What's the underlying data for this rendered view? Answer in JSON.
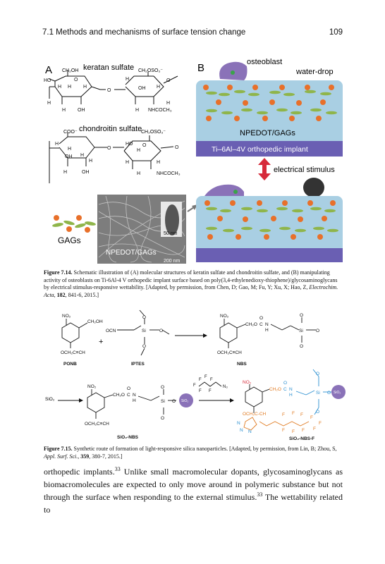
{
  "header": {
    "section": "7.1 Methods and mechanisms of surface tension change",
    "page": "109"
  },
  "fig14": {
    "panel_a": "A",
    "panel_b": "B",
    "keratan_title": "keratan sulfate",
    "chondroitin_title": "chondroitin sulfate",
    "ch2oh": "CH₂OH",
    "ch2oso3": "CH₂OSO₃⁻",
    "ho": "HO",
    "h": "H",
    "oh": "OH",
    "o": "O",
    "nhcoch3": "NHCOCH₃",
    "coo": "COO⁻",
    "gags": "GAGs",
    "npedot_gags": "NPEDOT/GAGs",
    "scale_50": "50 nm",
    "scale_200": "200 nm",
    "osteoblast": "osteoblast",
    "water_drop": "water-drop",
    "npedot_label": "NPEDOT/GAGs",
    "implant": "Ti–6Al–4V orthopedic implant",
    "stimulus": "electrical stimulus"
  },
  "caption14": {
    "label": "Figure 7.14.",
    "text": "Schematic illustration of (A) molecular structures of keratin sulfate and chondroitin sulfate, and (B) manipulating activity of osteoblasts on Ti-6Al-4 V orthopedic implant surface based on poly(3,4-ethylenedioxy-thiophene)/glycosaminoglycans by electrical stimulus-responsive wettability. [Adapted, by permission, from Chen, D; Gao, M; Fu, Y; Xu, X; Hao, Z,",
    "journal": "Electrochim. Acta",
    "vol": "182",
    "pages": ", 841-6, 2015.]"
  },
  "fig15": {
    "no2": "NO₂",
    "ch2oh": "CH₂OH",
    "och2cch": "OCH₂C≡CH",
    "ponb": "PONB",
    "ocn": "OCN",
    "si": "Si",
    "o": "O",
    "iptes": "IPTES",
    "plus": "+",
    "ch2o": "CH₂O",
    "c": "C",
    "n": "N",
    "h": "H",
    "nbs": "NBS",
    "sio2": "SiO₂",
    "sio2_nbs": "SiO₂-NBS",
    "sio2_nbs_f": "SiO₂-NBS-F",
    "f": "F",
    "n3": "N₃",
    "och2cch_ring": "OCH₂C-CH"
  },
  "caption15": {
    "label": "Figure 7.15.",
    "text": "Synthetic route of formation of light-responsive silica nanoparticles. [Adapted, by permission, from Lin, B; Zhou, S,",
    "journal": "Appl. Surf. Sci.",
    "vol": "359",
    "pages": ", 380-7, 2015.]"
  },
  "body": {
    "p1": "orthopedic implants.",
    "ref1": "33",
    "p2": " Unlike small macromolecular dopants, glycosaminoglycans as biomacromolecules are expected to only move around in polymeric substance but not through the surface when responding to the external stimulus.",
    "ref2": "33",
    "p3": " The wettability related to"
  },
  "colors": {
    "panel_blue": "#a9cfe3",
    "implant_purple": "#6a5fb3",
    "gag_green": "#8fb54a",
    "gag_orange": "#e8702a",
    "osteoblast_purple": "#8a72b8",
    "arrow_red": "#d62a3a",
    "f_orange": "#e07a20",
    "blue_chain": "#2a8fd0"
  }
}
